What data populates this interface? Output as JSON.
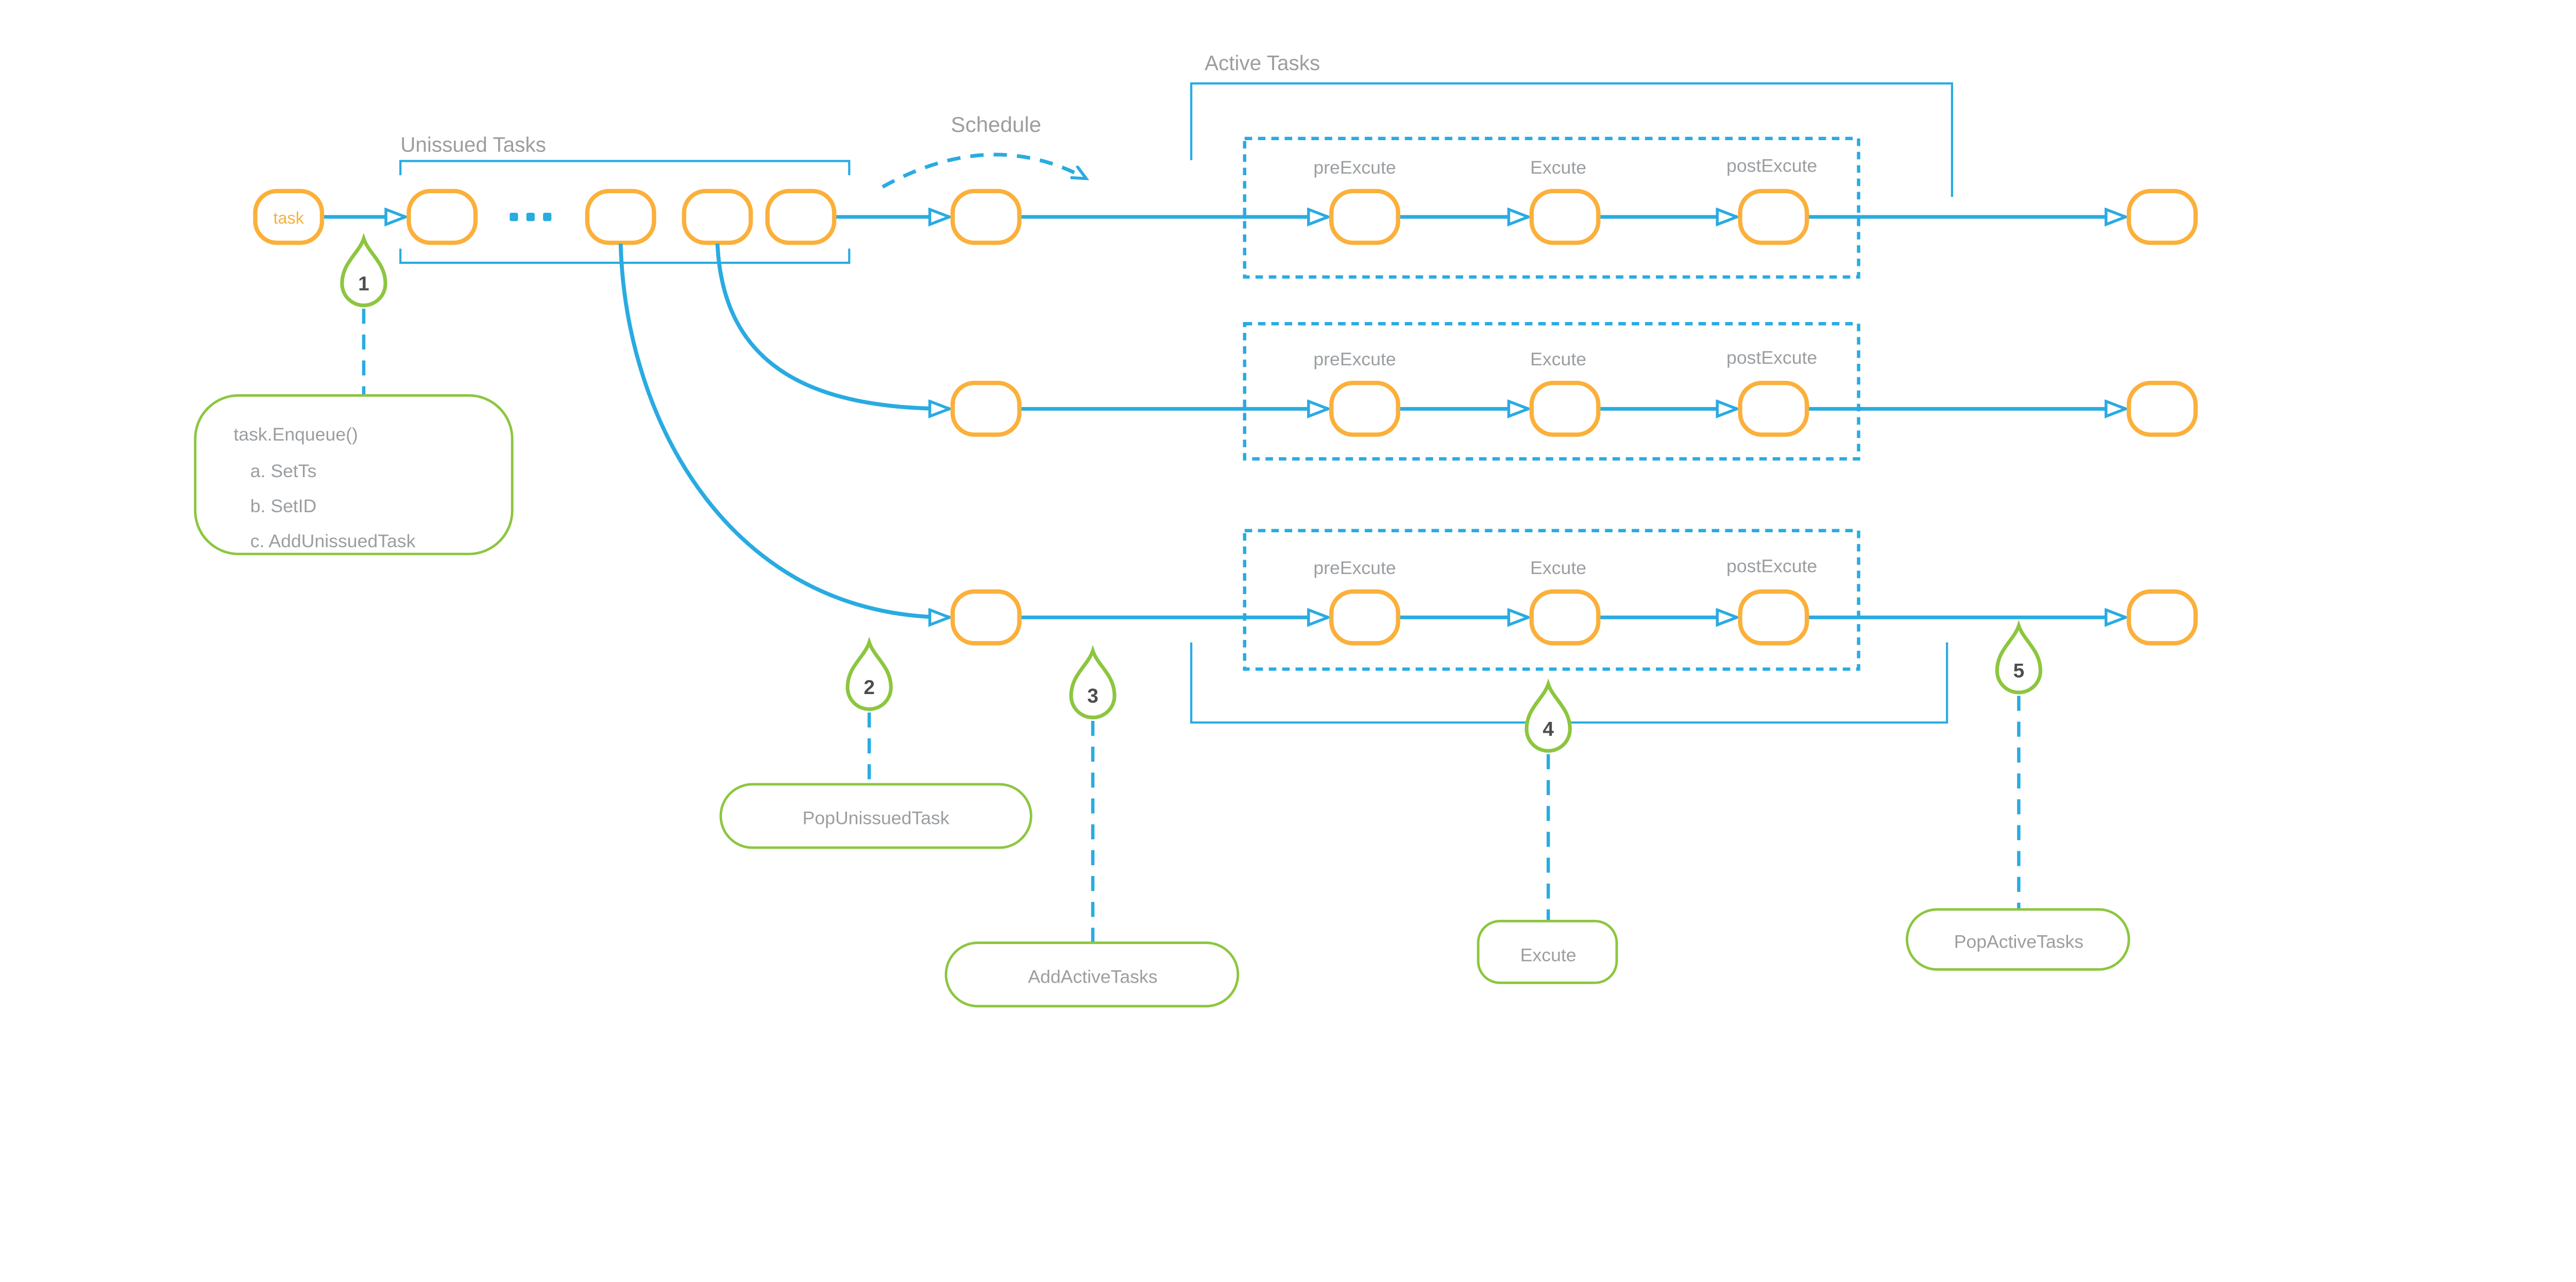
{
  "colors": {
    "blue": "#29ABE2",
    "orange": "#FBB03B",
    "green": "#8CC63F",
    "gray": "#9B9EA1",
    "dark": "#4D4D4F"
  },
  "groups": {
    "unissued": "Unissued Tasks",
    "schedule": "Schedule",
    "active": "Active Tasks"
  },
  "node": {
    "task_label": "task"
  },
  "stages": {
    "pre": "preExcute",
    "exec": "Excute",
    "post": "postExcute"
  },
  "steps": [
    {
      "number": "1",
      "label_lines": [
        "task.Enqueue()",
        "a. SetTs",
        "b. SetID",
        "c. AddUnissuedTask"
      ]
    },
    {
      "number": "2",
      "label": "PopUnissuedTask"
    },
    {
      "number": "3",
      "label": "AddActiveTasks"
    },
    {
      "number": "4",
      "label": "Excute"
    },
    {
      "number": "5",
      "label": "PopActiveTasks"
    }
  ]
}
